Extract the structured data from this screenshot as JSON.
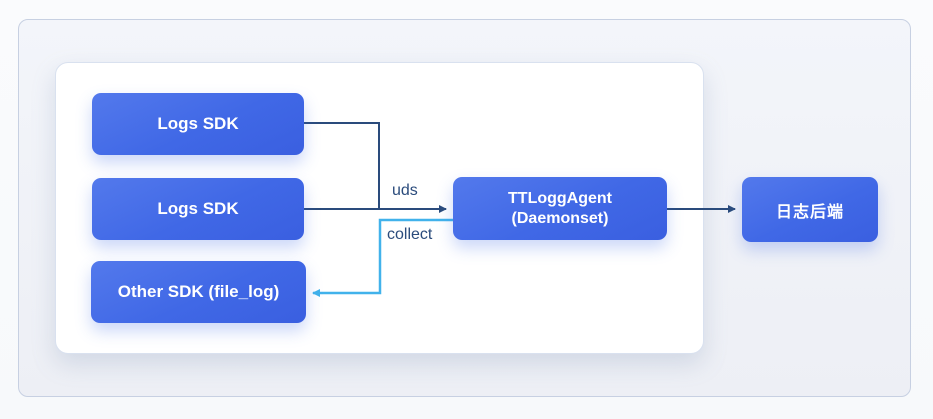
{
  "diagram": {
    "title": "",
    "nodes": [
      {
        "id": "logs-sdk-1",
        "label": "Logs SDK"
      },
      {
        "id": "logs-sdk-2",
        "label": "Logs SDK"
      },
      {
        "id": "other-sdk",
        "label": "Other SDK (file_log)"
      },
      {
        "id": "tt-logg-agent",
        "label_line1": "TTLoggAgent",
        "label_line2": "(Daemonset)"
      },
      {
        "id": "log-backend",
        "label": "日志后端"
      }
    ],
    "edges": [
      {
        "from": "logs-sdk-1",
        "to": "tt-logg-agent",
        "label": "",
        "style": "dark-navy",
        "arrow": "none-joins-main-line"
      },
      {
        "from": "logs-sdk-2",
        "to": "tt-logg-agent",
        "label": "uds",
        "style": "dark-navy",
        "arrow": "into-agent"
      },
      {
        "from": "tt-logg-agent",
        "to": "other-sdk",
        "label": "collect",
        "style": "light-cyan",
        "arrow": "into-other-sdk"
      },
      {
        "from": "tt-logg-agent",
        "to": "log-backend",
        "label": "",
        "style": "dark-navy",
        "arrow": "into-backend"
      }
    ],
    "colors": {
      "node_gradient_start": "#5379ec",
      "node_gradient_end": "#3a5fe0",
      "node_text": "#ffffff",
      "edge_dark": "#2a4b7c",
      "edge_cyan": "#41b2eb",
      "edge_label_text": "#2a4b7c",
      "outer_panel_bg": "#f0f2f8",
      "outer_panel_border": "#c7d0e2",
      "inner_panel_bg": "#ffffff",
      "page_bg": "#fafbfd"
    }
  }
}
